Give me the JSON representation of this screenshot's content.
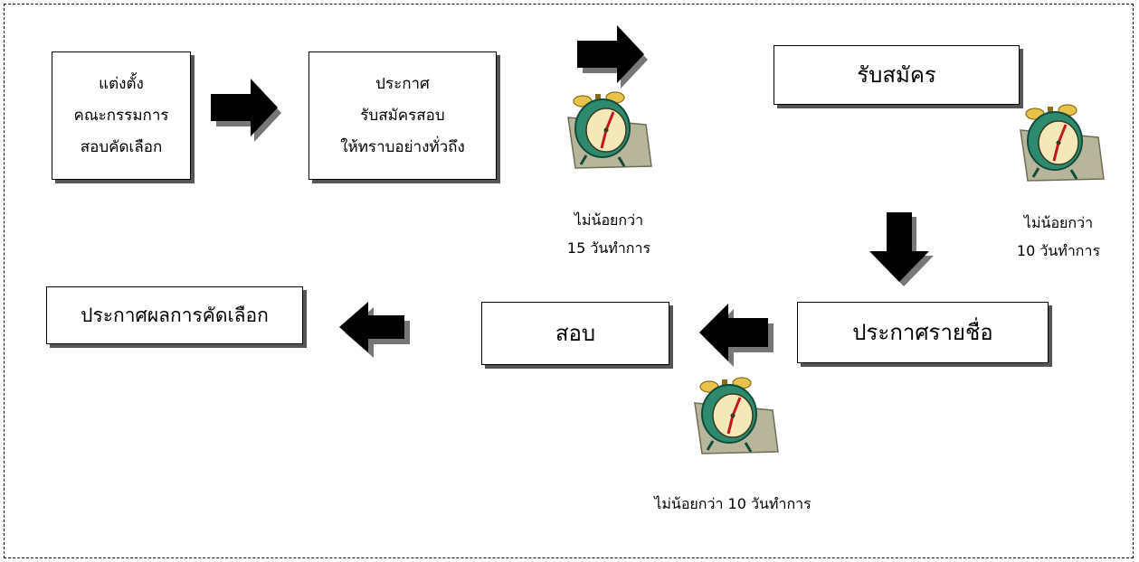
{
  "steps": {
    "appoint": [
      "แต่งตั้ง",
      "คณะกรรมการ",
      "สอบคัดเลือก"
    ],
    "announce_application": [
      "ประกาศ",
      "รับสมัครสอบ",
      "ให้ทราบอย่างทั่วถึง"
    ],
    "application": "รับสมัคร",
    "announce_names": "ประกาศรายชื่อ",
    "exam": "สอบ",
    "announce_results": "ประกาศผลการคัดเลือก"
  },
  "durations": {
    "after_announce": [
      "ไม่น้อยกว่า",
      "15 วันทำการ"
    ],
    "after_application": [
      "ไม่น้อยกว่า",
      "10 วันทำการ"
    ],
    "after_names": "ไม่น้อยกว่า 10 วันทำการ"
  },
  "icons": [
    "alarm-clock-icon",
    "arrow-right-icon",
    "arrow-down-icon",
    "arrow-left-icon"
  ],
  "colors": {
    "arrow": "#000000",
    "arrow_shadow": "#777777",
    "clock_body": "#2e8a6e",
    "clock_face": "#f2e8b8",
    "clock_hand": "#c4161c",
    "clock_bell": "#e8c24a",
    "clock_mat": "#b7b69a"
  }
}
